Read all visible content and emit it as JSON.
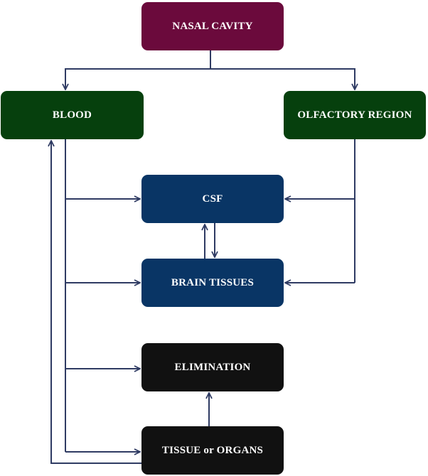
{
  "nodes": {
    "nasal_cavity": "NASAL CAVITY",
    "blood": "BLOOD",
    "olfactory_region": "OLFACTORY REGION",
    "csf": "CSF",
    "brain_tissues": "BRAIN TISSUES",
    "elimination": "ELIMINATION",
    "tissue_or_organs": "TISSUE or ORGANS"
  },
  "colors": {
    "nasal_cavity": "#6b0a3c",
    "green_nodes": "#06400d",
    "blue_nodes": "#093565",
    "black_nodes": "#111111",
    "connectors": "#2f3b63"
  },
  "edges": [
    {
      "from": "nasal_cavity",
      "to": "blood"
    },
    {
      "from": "nasal_cavity",
      "to": "olfactory_region"
    },
    {
      "from": "blood",
      "to": "csf"
    },
    {
      "from": "blood",
      "to": "brain_tissues"
    },
    {
      "from": "blood",
      "to": "elimination"
    },
    {
      "from": "blood",
      "to": "tissue_or_organs"
    },
    {
      "from": "olfactory_region",
      "to": "csf"
    },
    {
      "from": "olfactory_region",
      "to": "brain_tissues"
    },
    {
      "from": "csf",
      "to": "brain_tissues"
    },
    {
      "from": "brain_tissues",
      "to": "csf"
    },
    {
      "from": "tissue_or_organs",
      "to": "elimination"
    },
    {
      "from": "tissue_or_organs",
      "to": "blood"
    }
  ]
}
